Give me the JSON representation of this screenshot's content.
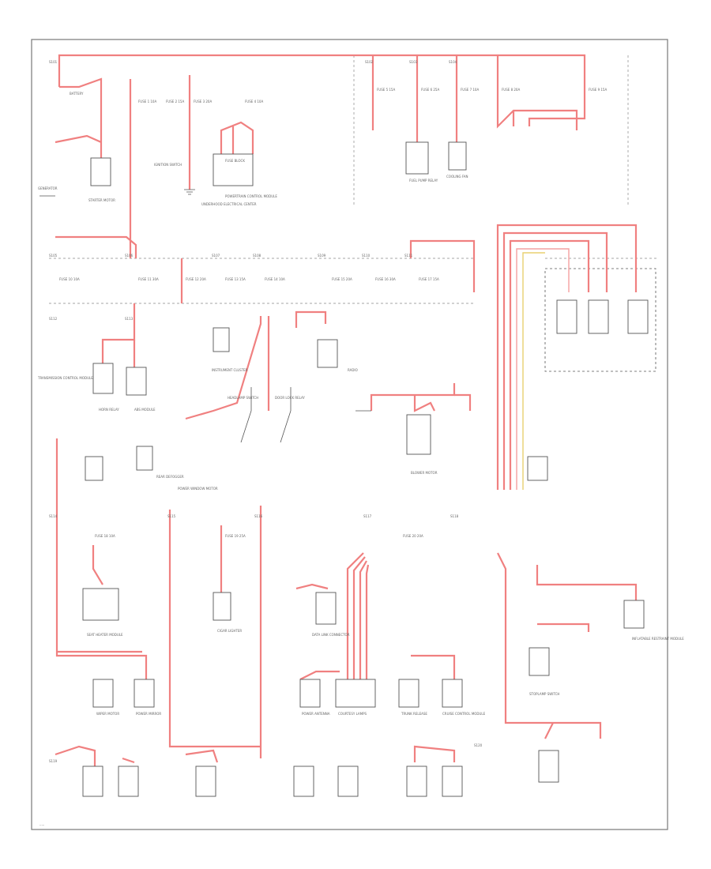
{
  "diagram": {
    "footer_code": "·····",
    "colors": {
      "power_wire": "#f08080",
      "wire_thin": "#f4a0a0",
      "wire_yellow": "#e8d070",
      "ground_wire": "#555555",
      "frame": "#777777"
    },
    "components": [
      {
        "id": "battery",
        "label": "BATTERY"
      },
      {
        "id": "generator",
        "label": "GENERATOR"
      },
      {
        "id": "starter",
        "label": "STARTER MOTOR"
      },
      {
        "id": "ignition-switch",
        "label": "IGNITION SWITCH"
      },
      {
        "id": "trans-control",
        "label": "TRANSMISSION CONTROL MODULE"
      },
      {
        "id": "fuse-block",
        "label": "FUSE BLOCK"
      },
      {
        "id": "underhood-junction",
        "label": "UNDERHOOD ELECTRICAL CENTER"
      },
      {
        "id": "pcm",
        "label": "POWERTRAIN CONTROL MODULE"
      },
      {
        "id": "fuel-pump",
        "label": "FUEL PUMP RELAY"
      },
      {
        "id": "cooling-fan",
        "label": "COOLING FAN"
      },
      {
        "id": "horn-relay",
        "label": "HORN RELAY"
      },
      {
        "id": "abs-module",
        "label": "ABS MODULE"
      },
      {
        "id": "instrument-cluster",
        "label": "INSTRUMENT CLUSTER"
      },
      {
        "id": "radio",
        "label": "RADIO"
      },
      {
        "id": "blower-motor",
        "label": "BLOWER MOTOR"
      },
      {
        "id": "headlamp-switch",
        "label": "HEADLAMP SWITCH"
      },
      {
        "id": "door-lock",
        "label": "DOOR LOCK RELAY"
      },
      {
        "id": "power-window",
        "label": "POWER WINDOW MOTOR"
      },
      {
        "id": "rear-defog",
        "label": "REAR DEFOGGER"
      },
      {
        "id": "seat-heater",
        "label": "SEAT HEATER MODULE"
      },
      {
        "id": "cigar-lighter",
        "label": "CIGAR LIGHTER"
      },
      {
        "id": "data-link",
        "label": "DATA LINK CONNECTOR"
      },
      {
        "id": "airbag",
        "label": "INFLATABLE RESTRAINT MODULE"
      },
      {
        "id": "brake-switch",
        "label": "STOPLAMP SWITCH"
      },
      {
        "id": "wiper-motor",
        "label": "WIPER MOTOR"
      },
      {
        "id": "mirror",
        "label": "POWER MIRROR"
      },
      {
        "id": "antenna",
        "label": "POWER ANTENNA"
      },
      {
        "id": "courtesy",
        "label": "COURTESY LAMPS"
      },
      {
        "id": "trunk",
        "label": "TRUNK RELEASE"
      },
      {
        "id": "cruise",
        "label": "CRUISE CONTROL MODULE"
      }
    ],
    "splice_labels": [
      "S101",
      "S102",
      "S103",
      "S104",
      "S105",
      "S106",
      "S107",
      "S108",
      "S109",
      "S110",
      "S111",
      "S112",
      "S113",
      "S114",
      "S115",
      "S116",
      "S117",
      "S118",
      "S119",
      "S120"
    ],
    "fuse_labels": [
      "FUSE 1 10A",
      "FUSE 2 15A",
      "FUSE 3 20A",
      "FUSE 4 10A",
      "FUSE 5 15A",
      "FUSE 6 25A",
      "FUSE 7 10A",
      "FUSE 8 20A",
      "FUSE 9 15A",
      "FUSE 10 10A",
      "FUSE 11 30A",
      "FUSE 12 20A",
      "FUSE 13 15A",
      "FUSE 14 10A",
      "FUSE 15 20A",
      "FUSE 16 30A",
      "FUSE 17 15A",
      "FUSE 18 10A",
      "FUSE 19 25A",
      "FUSE 20 20A"
    ]
  }
}
